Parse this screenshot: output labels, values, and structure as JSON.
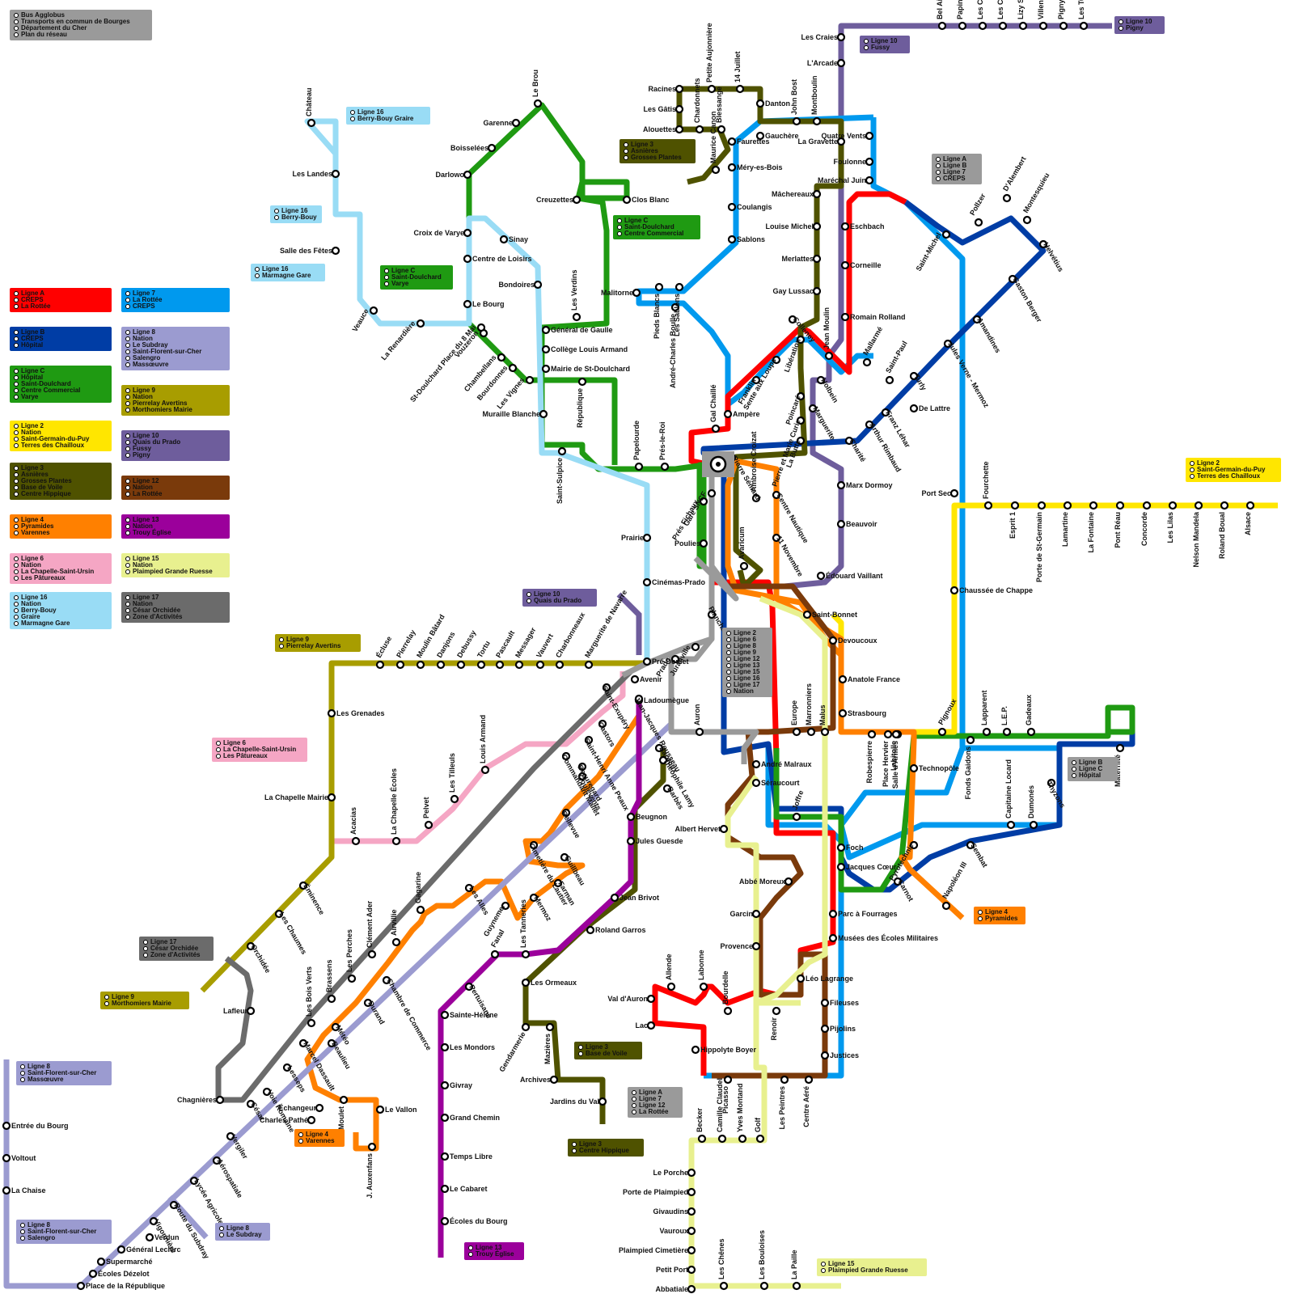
{
  "network": {
    "header": [
      "Bus Agglobus",
      "Transports en commun de Bourges",
      "Département du Cher",
      "Plan du réseau"
    ]
  },
  "colors": {
    "A": "#ff0000",
    "B": "#003da5",
    "C": "#1f9a12",
    "L2": "#ffe600",
    "L3": "#4f5200",
    "L4": "#ff8000",
    "L6": "#f5a6c4",
    "L7": "#0099ee",
    "L8": "#9b9bd0",
    "L9": "#a89d00",
    "L10": "#6e5d9c",
    "L12": "#7a3a0b",
    "L13": "#9b009b",
    "L15": "#e8f08f",
    "L16": "#99dcf5",
    "L17": "#6b6b6b",
    "grey": "#9a9a9a"
  },
  "legend": [
    {
      "lines": [
        "Ligne A",
        "CREPS",
        "La Rottée"
      ],
      "color": "A"
    },
    {
      "lines": [
        "Ligne 7",
        "La Rottée",
        "CREPS"
      ],
      "color": "L7"
    },
    {
      "lines": [
        "Ligne B",
        "CREPS",
        "Hôpital"
      ],
      "color": "B"
    },
    {
      "lines": [
        "Ligne 8",
        "Nation",
        "Le Subdray",
        "Saint-Florent-sur-Cher",
        "Salengro",
        "Massœuvre"
      ],
      "color": "L8"
    },
    {
      "lines": [
        "Ligne C",
        "Hôpital",
        "Saint-Doulchard",
        "Centre Commercial",
        "Varye"
      ],
      "color": "C"
    },
    {
      "lines": [
        "Ligne 9",
        "Nation",
        "Pierrelay Avertins",
        "Morthomiers Mairie"
      ],
      "color": "L9"
    },
    {
      "lines": [
        "Ligne 2",
        "Nation",
        "Saint-Germain-du-Puy",
        "Terres des Chailloux"
      ],
      "color": "L2"
    },
    {
      "lines": [
        "Ligne 10",
        "Quais du Prado",
        "Fussy",
        "Pigny"
      ],
      "color": "L10"
    },
    {
      "lines": [
        "Ligne 3",
        "Asnières",
        "Grosses Plantes",
        "Base de Voile",
        "Centre Hippique"
      ],
      "color": "L3"
    },
    {
      "lines": [
        "Ligne 12",
        "Nation",
        "La Rottée"
      ],
      "color": "L12"
    },
    {
      "lines": [
        "Ligne 4",
        "Pyramides",
        "Varennes"
      ],
      "color": "L4"
    },
    {
      "lines": [
        "Ligne 13",
        "Nation",
        "Trouy Église"
      ],
      "color": "L13"
    },
    {
      "lines": [
        "Ligne 6",
        "Nation",
        "La Chapelle-Saint-Ursin",
        "Les Pâtureaux"
      ],
      "color": "L6"
    },
    {
      "lines": [
        "Ligne 15",
        "Nation",
        "Plaimpied Grande Ruesse"
      ],
      "color": "L15"
    },
    {
      "lines": [
        "Ligne 16",
        "Nation",
        "Berry-Bouy",
        "Graire",
        "Marmagne Gare"
      ],
      "color": "L16"
    },
    {
      "lines": [
        "Ligne 17",
        "Nation",
        "César Orchidée",
        "Zone d'Activités"
      ],
      "color": "L17"
    }
  ],
  "terminus_boxes": [
    {
      "lines": [
        "Ligne 10",
        "Pigny"
      ],
      "color": "L10"
    },
    {
      "lines": [
        "Ligne 10",
        "Fussy"
      ],
      "color": "L10"
    },
    {
      "lines": [
        "Ligne 16",
        "Berry-Bouy Graire"
      ],
      "color": "L16"
    },
    {
      "lines": [
        "Ligne 16",
        "Berry-Bouy"
      ],
      "color": "L16"
    },
    {
      "lines": [
        "Ligne 16",
        "Marmagne Gare"
      ],
      "color": "L16"
    },
    {
      "lines": [
        "Ligne C",
        "Saint-Doulchard",
        "Varye"
      ],
      "color": "C"
    },
    {
      "lines": [
        "Ligne C",
        "Saint-Doulchard",
        "Centre Commercial"
      ],
      "color": "C"
    },
    {
      "lines": [
        "Ligne 3",
        "Asnières",
        "Grosses Plantes"
      ],
      "color": "L3"
    },
    {
      "lines": [
        "Ligne A",
        "Ligne B",
        "Ligne 7",
        "CREPS"
      ],
      "color": "grey"
    },
    {
      "lines": [
        "Ligne 2",
        "Saint-Germain-du-Puy",
        "Terres des Chailloux"
      ],
      "color": "L2"
    },
    {
      "lines": [
        "Ligne 10",
        "Quais du Prado"
      ],
      "color": "L10"
    },
    {
      "lines": [
        "Ligne 9",
        "Pierrelay Avertins"
      ],
      "color": "L9"
    },
    {
      "lines": [
        "Ligne 2",
        "Ligne 6",
        "Ligne 8",
        "Ligne 9",
        "Ligne 12",
        "Ligne 13",
        "Ligne 15",
        "Ligne 16",
        "Ligne 17",
        "Nation"
      ],
      "color": "grey"
    },
    {
      "lines": [
        "Ligne 6",
        "La Chapelle-Saint-Ursin",
        "Les Pâtureaux"
      ],
      "color": "L6"
    },
    {
      "lines": [
        "Ligne B",
        "Ligne C",
        "Hôpital"
      ],
      "color": "grey"
    },
    {
      "lines": [
        "Ligne 17",
        "César Orchidée",
        "Zone d'Activités"
      ],
      "color": "L17"
    },
    {
      "lines": [
        "Ligne 9",
        "Morthomiers Mairie"
      ],
      "color": "L9"
    },
    {
      "lines": [
        "Ligne 4",
        "Pyramides"
      ],
      "color": "L4"
    },
    {
      "lines": [
        "Ligne 3",
        "Base de Voile"
      ],
      "color": "L3"
    },
    {
      "lines": [
        "Ligne A",
        "Ligne 7",
        "Ligne 12",
        "La Rottée"
      ],
      "color": "grey"
    },
    {
      "lines": [
        "Ligne 3",
        "Centre Hippique"
      ],
      "color": "L3"
    },
    {
      "lines": [
        "Ligne 4",
        "Varennes"
      ],
      "color": "L4"
    },
    {
      "lines": [
        "Ligne 8",
        "Saint-Florent-sur-Cher",
        "Massœuvre"
      ],
      "color": "L8"
    },
    {
      "lines": [
        "Ligne 8",
        "Saint-Florent-sur-Cher",
        "Salengro"
      ],
      "color": "L8"
    },
    {
      "lines": [
        "Ligne 8",
        "Le Subdray"
      ],
      "color": "L8"
    },
    {
      "lines": [
        "Ligne 13",
        "Trouy Église"
      ],
      "color": "L13"
    },
    {
      "lines": [
        "Ligne 15",
        "Plaimpied Grande Ruesse"
      ],
      "color": "L15"
    }
  ],
  "stations": [
    "Les Craies",
    "L'Arcade",
    "Bel Air",
    "Papin",
    "Les Chardons",
    "Les Casseriaux",
    "Lizy St-Michel",
    "Villeneuve",
    "Pigny Mairie",
    "Les Tuileries",
    "Racines",
    "Les Gâtis",
    "Alouettes",
    "Chardonnets",
    "Petite Aujonnière",
    "Blessange",
    "14 Juillet",
    "Danton",
    "John Bost",
    "Montboulin",
    "Gauchère",
    "Faurettes",
    "Quatre Vents",
    "La Gravette",
    "Méry-es-Bois",
    "Maurice Canon",
    "Foulonne",
    "Maréchal Juin",
    "Coulangis",
    "Sablons",
    "Mâchereaux",
    "Louise Michel",
    "Eschbach",
    "Corneille",
    "Merlattes",
    "Gay Lussac",
    "Romain Rolland",
    "Saint-Michel",
    "Pollzer",
    "D'Alembert",
    "Montesquieu",
    "Helvétius",
    "Gaston Berger",
    "Amandines",
    "Jules Verne - Mermoz",
    "Turly",
    "De Lattre",
    "Saint-Paul",
    "Mallarmé",
    "Franz Léhar",
    "Arthur Rimbaud",
    "Charité",
    "Jean Moulin",
    "Holbein",
    "Marguerite",
    "Colleney",
    "Sente aux Loups",
    "Franklin",
    "Libération",
    "Poincaré",
    "Pierre et Marie Curie",
    "La Butte",
    "Ampère",
    "Gal Chaillé",
    "Malitorne",
    "Pieds Blancs",
    "André-Charles Boulle",
    "Les Sablons",
    "Le Brou",
    "Garenne",
    "Boisselées",
    "Darlowo",
    "Creuzettes",
    "Clos Blanc",
    "Croix de Varye",
    "Sinay",
    "Centre de Loisirs",
    "Bondoires",
    "Le Bourg",
    "Les Verdins",
    "Général de Gaulle",
    "Collège Louis Armand",
    "Mairie de St-Doulchard",
    "Muraille Blanche",
    "République",
    "Vouzeron",
    "St-Doulchard Place du 8 Mai",
    "Chambellans",
    "Bourdonnes",
    "Les Vignes",
    "Saint-Sulpice",
    "Papelourde",
    "Prés-le-Roi",
    "Château",
    "Les Landes",
    "Salle des Fêtes",
    "Veauce",
    "La Renardière",
    "Gare SNCF",
    "Prés Fichaux",
    "Poulies",
    "Pierre Sémard",
    "Ambroise Croizat",
    "Centre Nautique",
    "11 Novembre",
    "Marx Dormoy",
    "Beauvoir",
    "Édouard Vaillant",
    "Avaricum",
    "Saint-Bonnet",
    "Devoucoux",
    "Anatole France",
    "Strasbourg",
    "Port Sec",
    "Fourchette",
    "Esprit 1",
    "Porte de St-Germain",
    "Lamartine",
    "La Fontaine",
    "Pont Réau",
    "Concorde",
    "Les Lilas",
    "Nelson Mandela",
    "Roland Boual",
    "Alsace",
    "Chaussée de Chappe",
    "Prairie",
    "Cinémas-Prado",
    "Planchat",
    "Juranville",
    "Prado",
    "Pré-Doulet",
    "Avenir",
    "Ladoumègue",
    "Auron",
    "Europe",
    "Marronniers",
    "Malus",
    "Pignoux",
    "Lapparent",
    "L.E.P.",
    "Gadeaux",
    "Thyzons",
    "Maternité",
    "Robespierre",
    "Place Hervier",
    "Salle d'Armes",
    "Lahitolle",
    "Technopôle",
    "Fonds Gaidons",
    "Capitaine Locard",
    "Dumonés",
    "Sembat",
    "Napoléon III",
    "Pyrotechnie",
    "Carnot",
    "André Malraux",
    "Séraucourt",
    "Joffre",
    "Albert Hervet",
    "Foch",
    "Jacques Cœur",
    "Abbé Moreux",
    "Parc à Fourrages",
    "Musées des Écoles Militaires",
    "Garcin",
    "Provence",
    "Léo Lagrange",
    "Renoir",
    "Fileuses",
    "Pijolins",
    "Justices",
    "Val d'Auron",
    "Allende",
    "Labonne",
    "Bourdelle",
    "Lac",
    "Hippolyte Boyer",
    "Picasso",
    "Les Peintres",
    "Centre Aéré",
    "Becker",
    "Camille Claudel",
    "Yves Montand",
    "Golf",
    "Le Porche",
    "Porte de Plaimpied",
    "Givaudins",
    "Vauroux",
    "Plaimpied Cimetière",
    "Petit Port",
    "Abbatiale",
    "Les Chênes",
    "Les Bouloises",
    "La Paille",
    "Écluse",
    "Pierrelay",
    "Moulin Bâtard",
    "Danjons",
    "Debussy",
    "Tortu",
    "Pascault",
    "Messager",
    "Vauvert",
    "Charbonneaux",
    "Marguerite de Navarre",
    "Les Grenades",
    "La Chapelle Mairie",
    "Acacias",
    "La Chapelle Écoles",
    "Pelvet",
    "Les Tilleuls",
    "Louis Armand",
    "Saint-Exupéry",
    "Jean-Jacques Rousseau",
    "Castors",
    "Saint-Henri Anne Peaux",
    "Commandant Mallet",
    "Beauregard",
    "Goulevents",
    "Bellevue",
    "Cimetière du Lautier",
    "Barbès",
    "Bardoux",
    "Théophile Lamy",
    "Beugnon",
    "Jules Guesde",
    "Jean Brivot",
    "Roland Garros",
    "Guillbeau",
    "Farman",
    "Mermoz",
    "Guynemer",
    "Les Alles",
    "Gagarine",
    "Fanal",
    "Les Tanneries",
    "Les Ormeaux",
    "Pertuisane",
    "Sainte-Hélène",
    "Les Mondors",
    "Givray",
    "Grand Chemin",
    "Temps Libre",
    "Le Cabaret",
    "Écoles du Bourg",
    "Gendarmerie",
    "Mazières",
    "Archives",
    "Jardins du Val",
    "Éminence",
    "Les Chaumes",
    "Orchidée",
    "Lafleur",
    "Chagnières",
    "César",
    "Voie Romaine",
    "Vergiler",
    "Marcel Dassault",
    "Lesseps",
    "Les Bois Verts",
    "Brassens",
    "Les Perches",
    "Clément Ader",
    "Airvillie",
    "Beaulieu",
    "Météo",
    "Durand",
    "Chambre de Commerce",
    "Le Moulet",
    "Échangeur",
    "Charles Pathé",
    "Le Vallon",
    "J. Auxenfans",
    "Aérospatiale",
    "Lycée Agricole",
    "Route du Subdray",
    "Vigonnière",
    "Verdun",
    "Général Leclerc",
    "Supermarché",
    "Écoles Dézelot",
    "Place de la République",
    "Entrée du Bourg",
    "Voltout",
    "La Chaise"
  ]
}
